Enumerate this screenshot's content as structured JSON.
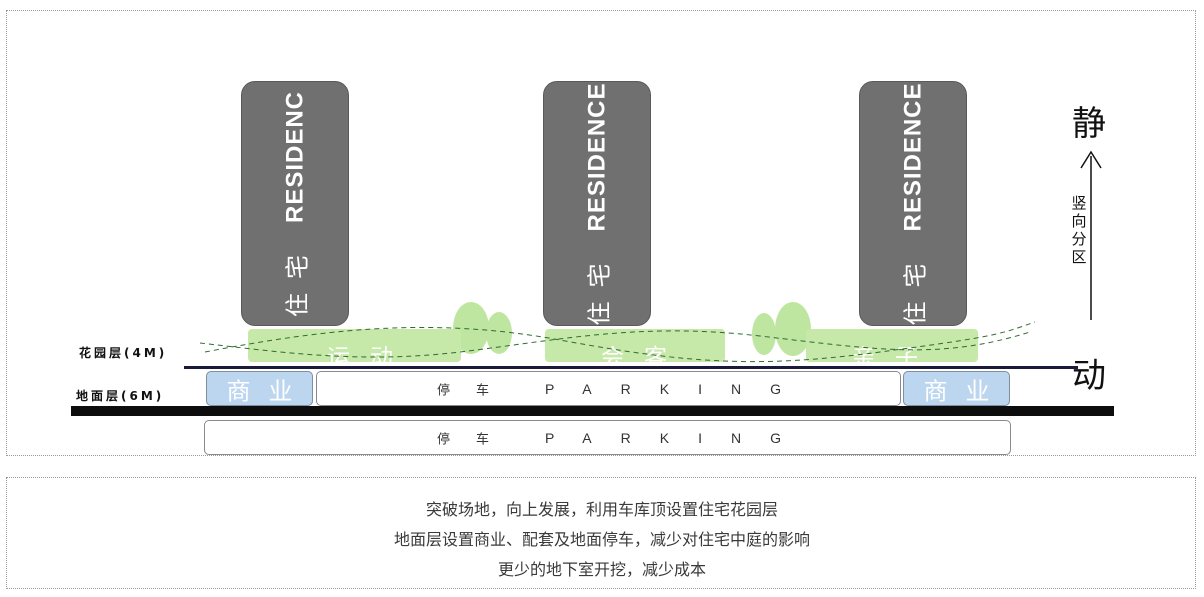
{
  "towers": [
    {
      "cn": "住宅",
      "en": "RESIDENC"
    },
    {
      "cn": "住宅",
      "en": "RESIDENCE"
    },
    {
      "cn": "住宅",
      "en": "RESIDENCE"
    }
  ],
  "garden_layer": {
    "label": "花园层(4M)",
    "zones": [
      "运动",
      "会客",
      "亲子"
    ]
  },
  "ground_layer": {
    "label": "地面层(6M)",
    "shop_left": "商业",
    "shop_right": "商业",
    "parking_cn": "停车",
    "parking_en": "PARKING"
  },
  "basement": {
    "parking_cn": "停车",
    "parking_en": "PARKING"
  },
  "zoning": {
    "top": "静",
    "bottom": "动",
    "axis_label": [
      "竖",
      "向",
      "分",
      "区"
    ]
  },
  "caption": [
    "突破场地，向上发展，利用车库顶设置住宅花园层",
    "地面层设置商业、配套及地面停车，减少对住宅中庭的影响",
    "更少的地下室开挖，减少成本"
  ],
  "colors": {
    "tower": "#707070",
    "garden": "#c6e8a8",
    "shop": "#bcd6ef",
    "slab": "#0d0d0d"
  }
}
